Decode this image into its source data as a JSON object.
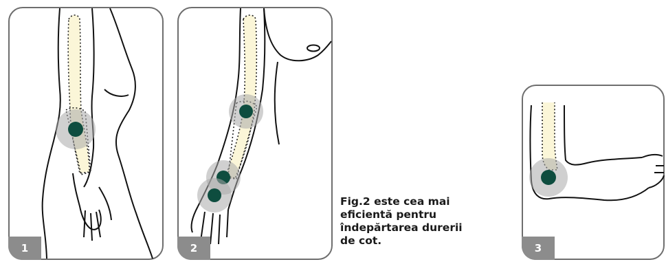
{
  "panels": [
    {
      "number": "1"
    },
    {
      "number": "2"
    },
    {
      "number": "3"
    }
  ],
  "caption": {
    "lines": [
      "Fig.2 este cea mai",
      "eficientă pentru",
      "îndepărtarea durerii",
      "de cot."
    ]
  },
  "colors": {
    "frame": "#6e6e6e",
    "bone": "#fbf6d8",
    "dot": "#0e4d3f",
    "halo": "#a9a9a9",
    "badge": "#8c8c8c"
  },
  "icons": [
    "arm-front-illustration",
    "arm-side-illustration",
    "bent-elbow-illustration",
    "acupressure-point-icon"
  ]
}
